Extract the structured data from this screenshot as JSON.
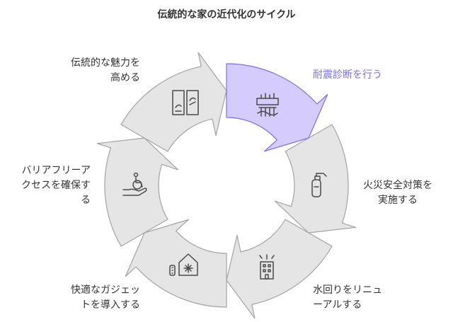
{
  "title": "伝統的な家の近代化のサイクル",
  "colors": {
    "segment_fill": "#e5e5e5",
    "segment_stroke": "#a3a3a3",
    "highlight_fill": "#d6ccfb",
    "highlight_stroke": "#7c6fe6",
    "highlight_text": "#7c6fe6",
    "icon_stroke": "#4a4a4a"
  },
  "steps": [
    {
      "id": "seismic",
      "label": "耐震診断を行う",
      "icon": "seismic-icon",
      "highlighted": true
    },
    {
      "id": "fire",
      "label": "火災安全対策を\n実施する",
      "icon": "fire-extinguisher-icon",
      "highlighted": false
    },
    {
      "id": "water",
      "label": "水回りをリニュ\nーアルする",
      "icon": "building-icon",
      "highlighted": false
    },
    {
      "id": "gadgets",
      "label": "快適なガジェッ\nトを導入する",
      "icon": "smart-home-icon",
      "highlighted": false
    },
    {
      "id": "accessibility",
      "label": "バリアフリーア\nクセスを確保す\nる",
      "icon": "wheelchair-icon",
      "highlighted": false
    },
    {
      "id": "traditional",
      "label": "伝統的な魅力を\n高める",
      "icon": "shoji-door-icon",
      "highlighted": false
    }
  ]
}
